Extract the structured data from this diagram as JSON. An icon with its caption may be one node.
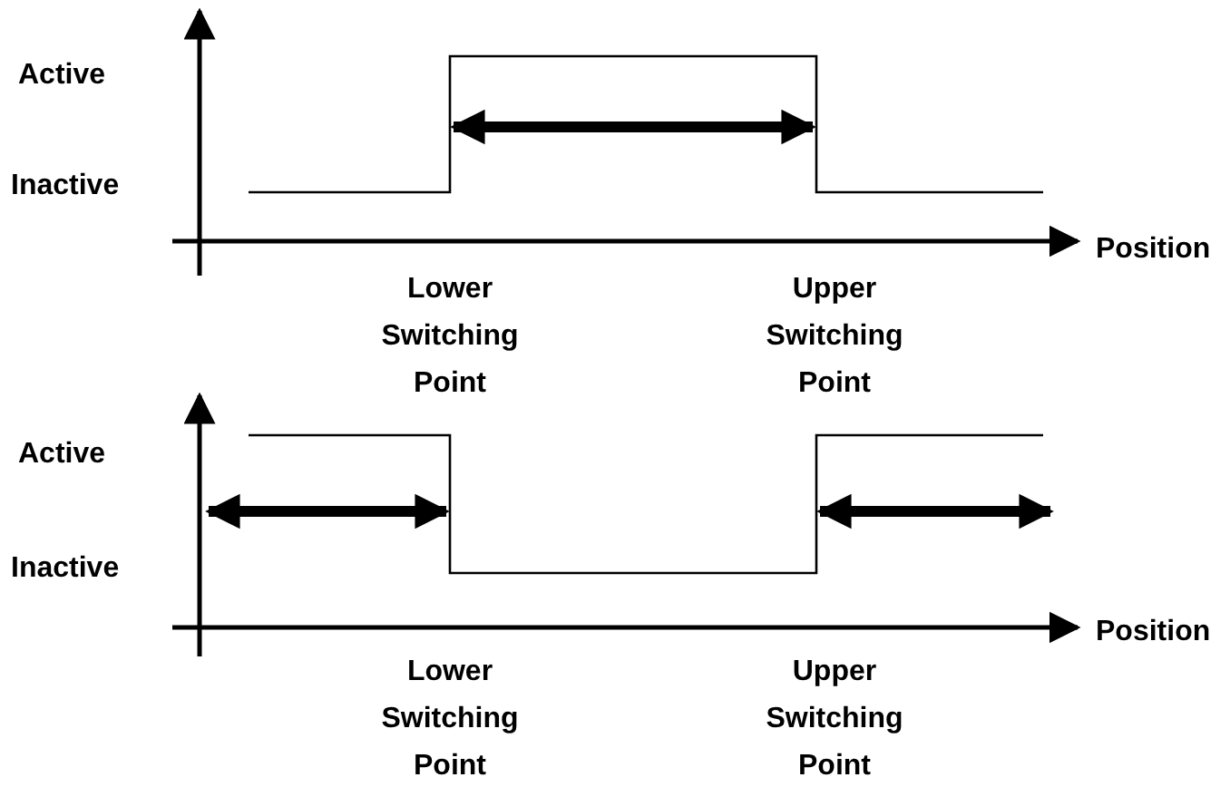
{
  "diagram": {
    "labels": [
      "Active",
      "Inactive",
      "Position",
      "Lower Switching Point",
      "Upper Switching Point",
      "Active",
      "Inactive",
      "Position",
      "Lower Switching Point",
      "Upper Switching Point"
    ]
  }
}
